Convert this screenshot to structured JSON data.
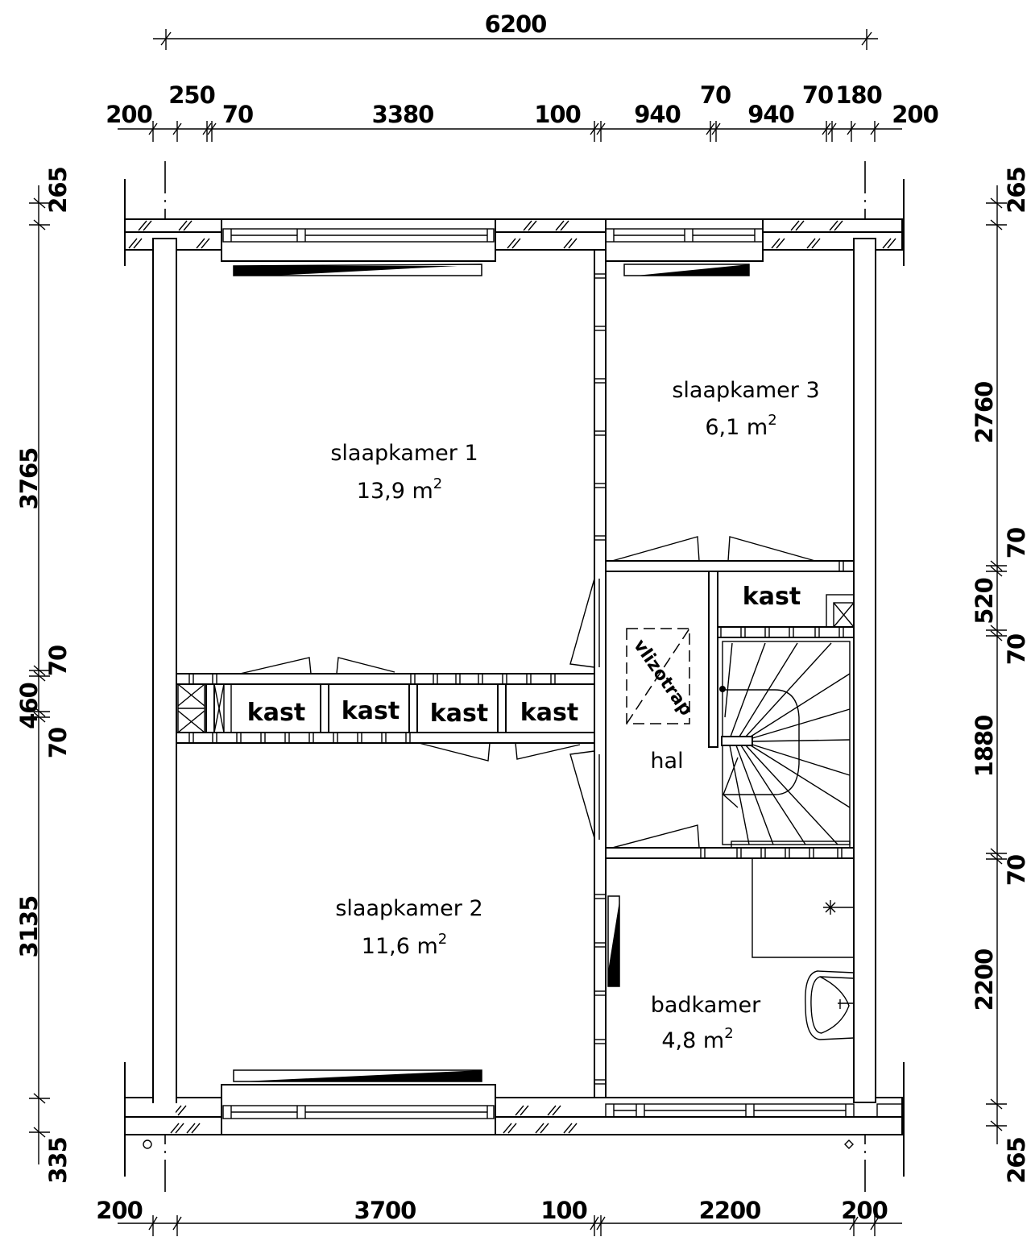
{
  "drawing": {
    "type": "floor plan",
    "units": "mm"
  },
  "dimensions": {
    "top_overall": "6200",
    "top_chain": [
      "200",
      "250",
      "70",
      "3380",
      "100",
      "940",
      "70",
      "940",
      "70",
      "180",
      "200"
    ],
    "bottom_chain": [
      "200",
      "3700",
      "100",
      "2200",
      "200"
    ],
    "left_chain": [
      "265",
      "3765",
      "70",
      "460",
      "70",
      "3135",
      "335"
    ],
    "right_chain": [
      "265",
      "2760",
      "70",
      "520",
      "70",
      "1880",
      "70",
      "2200",
      "265"
    ]
  },
  "rooms": {
    "slaapkamer1": {
      "name": "slaapkamer 1",
      "area": "13,9 m",
      "sup": "2"
    },
    "slaapkamer2": {
      "name": "slaapkamer 2",
      "area": "11,6 m",
      "sup": "2"
    },
    "slaapkamer3": {
      "name": "slaapkamer 3",
      "area": "6,1 m",
      "sup": "2"
    },
    "badkamer": {
      "name": "badkamer",
      "area": "4,8 m",
      "sup": "2"
    },
    "hal": {
      "name": "hal"
    },
    "vlizotrap": {
      "name": "vlizotrap"
    }
  },
  "closets": [
    "kast",
    "kast",
    "kast",
    "kast",
    "kast"
  ],
  "colors": {
    "line": "#000000",
    "background": "#ffffff"
  }
}
